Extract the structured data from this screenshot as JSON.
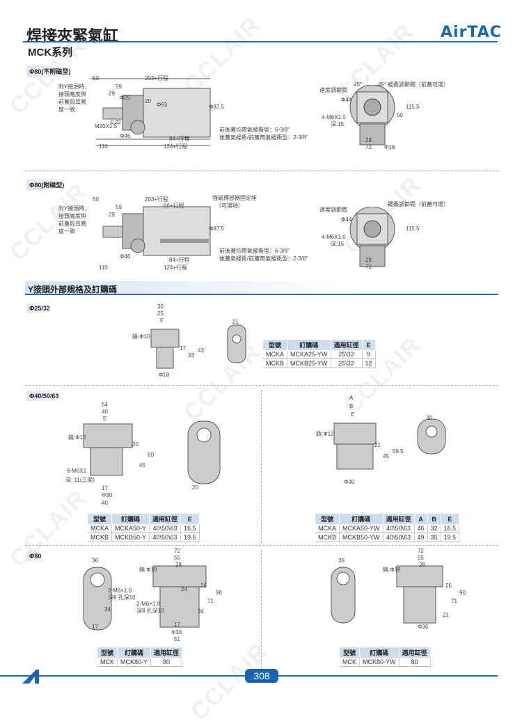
{
  "header": {
    "title": "焊接夾緊氣缸",
    "brand": "AirTAC",
    "series": "MCK系列",
    "watermark": "CCLAIR"
  },
  "sec1": {
    "tag": "Φ80(不附磁型)",
    "labels": [
      "50",
      "203+行程",
      "59",
      "29",
      "Φ25",
      "20",
      "Φ93",
      "Φ87.5",
      "附Y接頭時，",
      "接頭寬度與",
      "前蓋鉸耳寬",
      "度一致",
      "∈22",
      "Φ46",
      "M20X1.5",
      "110",
      "84+行程",
      "124+行程",
      "前後蓋均帶氣緩衝型：6-3/8\"",
      "後蓋氣緩衝/前蓋無氣緩衝型：2-3/8\""
    ],
    "side": [
      "速度調節閥",
      "45°",
      "45°",
      "緩衝調節閥（前蓋可選）",
      "Φ44",
      "4-M6X1.0",
      "深:15",
      "50",
      "115.5",
      "28",
      "72",
      "Φ18"
    ]
  },
  "sec2": {
    "tag": "Φ80(附磁型)",
    "extra": [
      "66+行程",
      "強磁傳感器固定座",
      "（可選項）"
    ]
  },
  "ysec": {
    "title": "Y接頭外部規格及訂購碼"
  },
  "y25": {
    "tag": "Φ25/32",
    "labels": [
      "36",
      "25",
      "E",
      "銷:Φ10",
      "17",
      "33",
      "43",
      "Φ18",
      "21"
    ],
    "table": {
      "headers": [
        "型號",
        "訂購碼",
        "適用缸徑",
        "E"
      ],
      "rows": [
        [
          "MCKA",
          "MCKA25-YW",
          "25\\32",
          "9"
        ],
        [
          "MCKB",
          "MCKB25-YW",
          "25\\32",
          "12"
        ]
      ]
    }
  },
  "y40": {
    "tag": "Φ40/50/63",
    "left_labels": [
      "54",
      "40",
      "E",
      "銷:Φ12",
      "20",
      "45",
      "60",
      "6-M6X1",
      "深: 11(三面)",
      "17",
      "Φ30",
      "40",
      "20"
    ],
    "right_labels": [
      "A",
      "B",
      "E",
      "銷:Φ12",
      "21",
      "45",
      "59.5",
      "Φ30",
      "30"
    ],
    "table_left": {
      "headers": [
        "型號",
        "訂購碼",
        "適用缸徑",
        "E"
      ],
      "rows": [
        [
          "MCKA",
          "MCKA50-Y",
          "40\\50\\63",
          "16.5"
        ],
        [
          "MCKB",
          "MCKB50-Y",
          "40\\50\\63",
          "19.5"
        ]
      ]
    },
    "table_right": {
      "headers": [
        "型號",
        "訂購碼",
        "適用缸徑",
        "A",
        "B",
        "E"
      ],
      "rows": [
        [
          "MCKA",
          "MCKA50-YW",
          "40\\50\\63",
          "46",
          "32",
          "16.5"
        ],
        [
          "MCKB",
          "MCKB50-YW",
          "40\\50\\63",
          "49",
          "35",
          "19.5"
        ]
      ]
    }
  },
  "y80": {
    "tag": "Φ80",
    "left_labels": [
      "36",
      "2-M6×1.0",
      "深8 孔深10",
      "34",
      "17",
      "72",
      "55",
      "28",
      "銷:Φ18",
      "24",
      "26",
      "71",
      "90",
      "2-M6×1.0",
      "深8 孔深10",
      "34",
      "17",
      "Φ36",
      "51"
    ],
    "right_labels": [
      "36",
      "72",
      "55",
      "28",
      "銷:Φ18",
      "26",
      "71",
      "90",
      "21",
      "Φ36"
    ],
    "table_left": {
      "headers": [
        "型號",
        "訂購碼",
        "適用缸徑"
      ],
      "rows": [
        [
          "MCK",
          "MCK80-Y",
          "80"
        ]
      ]
    },
    "table_right": {
      "headers": [
        "型號",
        "訂購碼",
        "適用缸徑"
      ],
      "rows": [
        [
          "MCK",
          "MCK80-YW",
          "80"
        ]
      ]
    }
  },
  "footer": {
    "page": "308"
  }
}
